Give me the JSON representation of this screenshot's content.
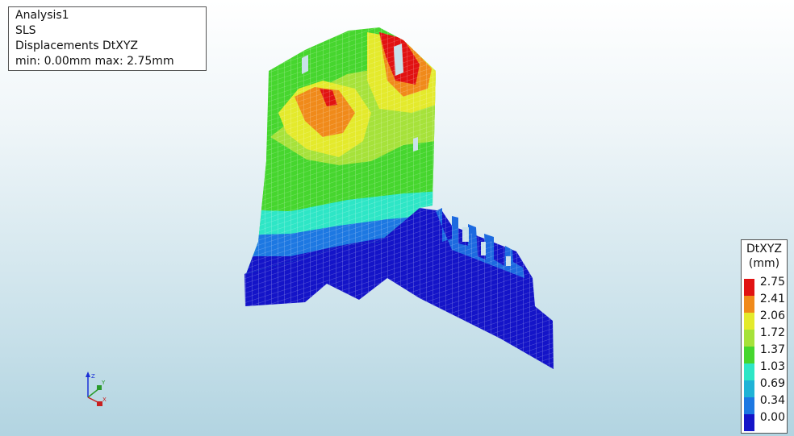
{
  "info": {
    "analysis": "Analysis1",
    "load_case": "SLS",
    "result": "Displacements DtXYZ",
    "range": "min:  0.00mm max:  2.75mm"
  },
  "legend": {
    "title": "DtXYZ",
    "unit": "(mm)",
    "ticks": [
      "2.75",
      "2.41",
      "2.06",
      "1.72",
      "1.37",
      "1.03",
      "0.69",
      "0.34",
      "0.00"
    ],
    "colors": [
      "#e11212",
      "#f08a1a",
      "#e4ea2c",
      "#a6e23a",
      "#46d62e",
      "#2ee6c6",
      "#1fb3d6",
      "#1d78e2",
      "#1414c8"
    ]
  },
  "triad": {
    "z": "Z",
    "y": "Y",
    "x": "X"
  }
}
